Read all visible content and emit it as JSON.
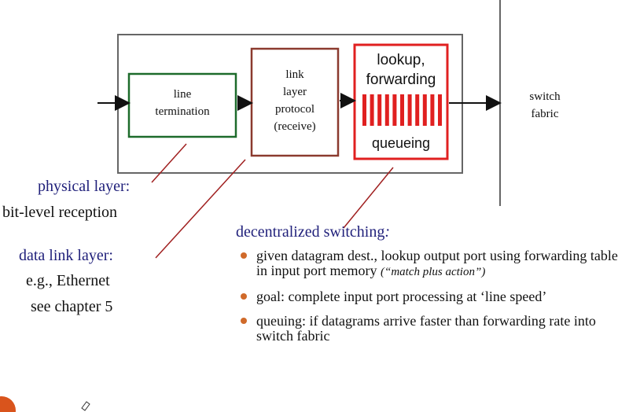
{
  "diagram": {
    "line_termination": [
      "line",
      "termination"
    ],
    "link_layer": [
      "link",
      "layer",
      "protocol",
      "(receive)"
    ],
    "lookup": [
      "lookup,",
      "forwarding"
    ],
    "queueing": "queueing",
    "switch_fabric": [
      "switch",
      "fabric"
    ]
  },
  "side": {
    "physical_title": "physical layer:",
    "physical_desc": "bit-level reception",
    "datalink_title": "data link layer:",
    "datalink_desc1": "e.g., Ethernet",
    "datalink_desc2": "see chapter 5"
  },
  "decentralized": {
    "title": "decentralized switching",
    "colon": ":",
    "bullets": [
      {
        "main": "given datagram dest., lookup output port using forwarding table in input port memory ",
        "note": "(“match plus action”)"
      },
      {
        "main": "goal: complete input port processing at ‘line speed’",
        "note": ""
      },
      {
        "main": "queuing: if datagrams arrive faster than forwarding rate into switch fabric",
        "note": ""
      }
    ]
  },
  "colors": {
    "green": "#1d6b2b",
    "brown": "#8b3a2e",
    "red": "#e02020",
    "bullet": "#d06a2a",
    "navy": "#1f1f7a"
  }
}
